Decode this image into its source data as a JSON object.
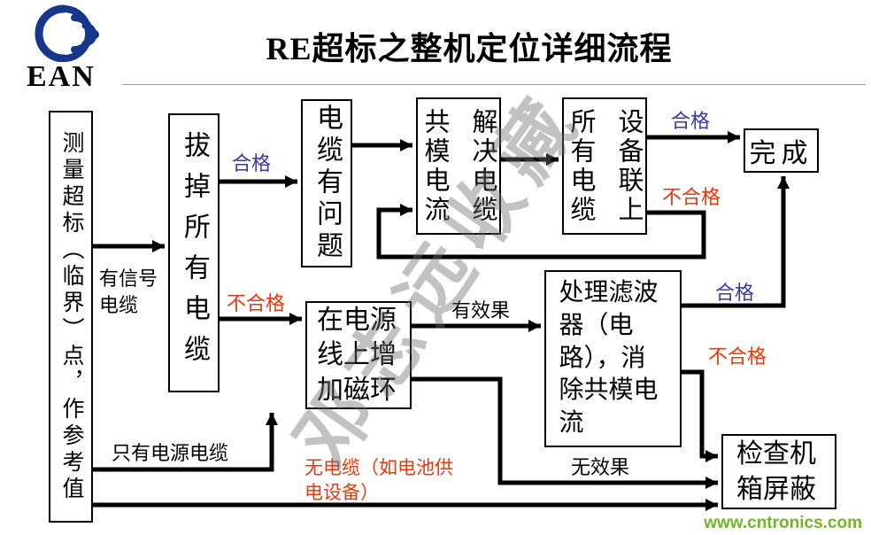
{
  "header": {
    "title": "RE超标之整机定位详细流程",
    "logo_text": "EAN"
  },
  "nodes": {
    "start": "测量超标（临界）点，作参考值",
    "unplug_all": "拔掉所有电缆",
    "cable_problem": "电缆有问题",
    "solve_cm": {
      "left_col": "共模电流",
      "right_col": "解决电缆"
    },
    "connect_all": {
      "left_col": "所有电缆",
      "right_col": "设备联上"
    },
    "done": "完成",
    "add_ferrite": "在电源线上增加磁环",
    "handle_filter": "处理滤波器（电路），消除共模电流",
    "check_shield": "检查机箱屏蔽"
  },
  "labels": {
    "pass": "合格",
    "fail": "不合格",
    "signal_cable": "有信号电缆",
    "only_power_cable": "只有电源电缆",
    "no_cable": "无电缆（如电池供电设备）",
    "effective": "有效果",
    "no_effect": "无效果"
  },
  "watermark": {
    "text": "邓志远收藏"
  },
  "footer": {
    "site": "www.cntronics.com"
  },
  "colors": {
    "pass_blue": "#3a3a9c",
    "fail_red": "#e8380d",
    "line_black": "#000000",
    "logo_blue": "#15368c",
    "footer_green": "#72b626",
    "watermark_gray": "#6e6e6e"
  }
}
